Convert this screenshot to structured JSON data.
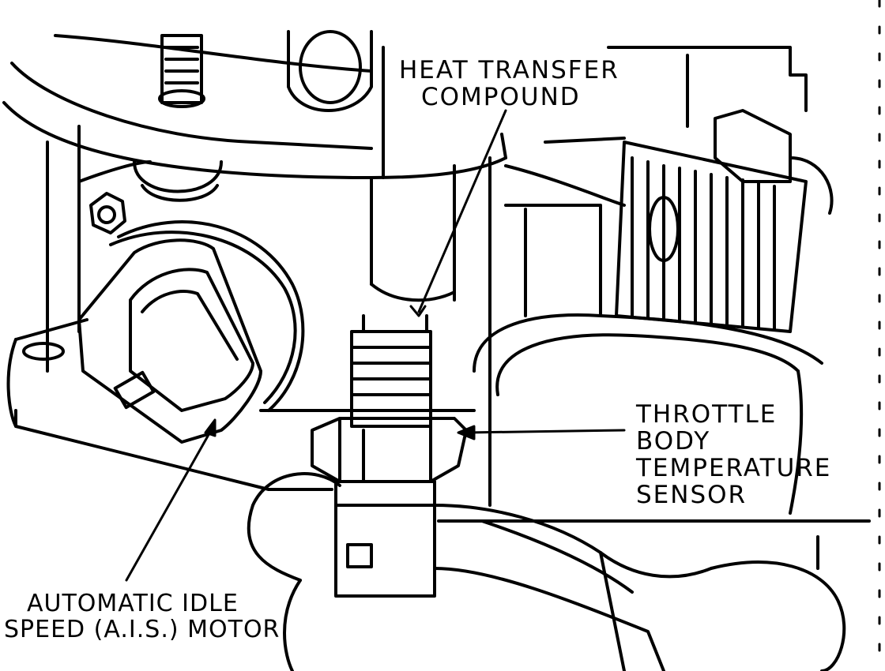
{
  "labels": {
    "heat_transfer_compound": [
      "HEAT TRANSFER",
      "COMPOUND"
    ],
    "throttle_body_temperature_sensor": [
      "THROTTLE",
      "BODY",
      "TEMPERATURE",
      "SENSOR"
    ],
    "automatic_idle_speed_motor": [
      "AUTOMATIC IDLE",
      "SPEED (A.I.S.) MOTOR"
    ]
  },
  "colors": {
    "ink": "#000000",
    "paper": "#ffffff"
  }
}
